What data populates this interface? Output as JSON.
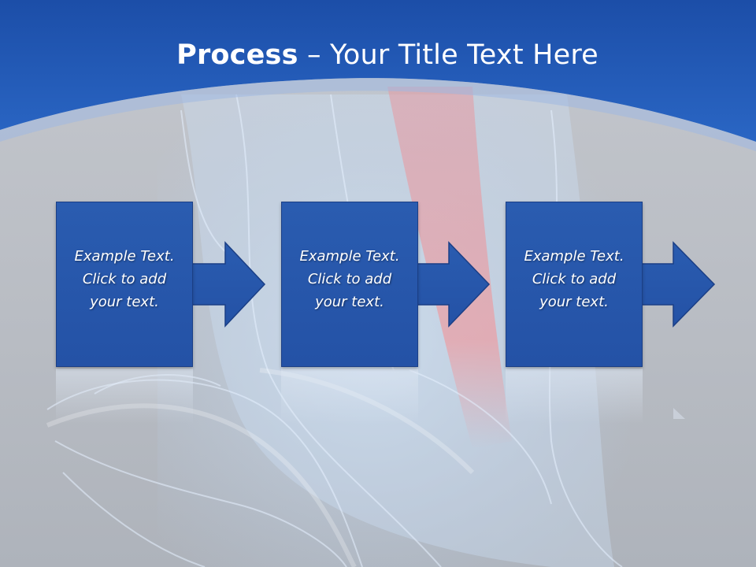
{
  "slide": {
    "title_bold": "Process",
    "title_rest": " – Your Title Text Here"
  },
  "steps": [
    {
      "text": "Example Text.\nClick  to add\nyour text."
    },
    {
      "text": "Example Text.\nClick  to add\nyour text."
    },
    {
      "text": "Example Text.\nClick  to add\nyour text."
    }
  ],
  "colors": {
    "header_blue": "#2159b8",
    "box_blue": "#2856ab",
    "background_gray": "#bcc0c6"
  }
}
